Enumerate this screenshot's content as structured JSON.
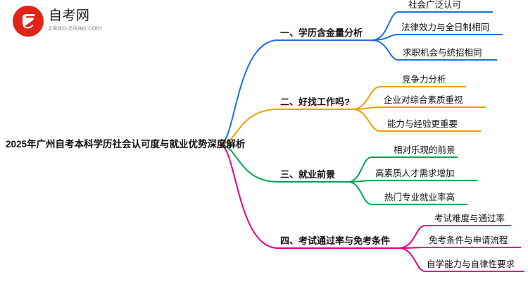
{
  "logo": {
    "brand": "自考网",
    "domain": "zikao-zikao.com",
    "mark_icon": "red-circle-swoosh-icon",
    "color": "#e2231a"
  },
  "mindmap": {
    "root": {
      "label": "2025年广州自考本科学历社会认可度与就业优势深度解析"
    },
    "branches": [
      {
        "label": "一、学历含金量分析",
        "color": "#1f6fe0",
        "children": [
          {
            "label": "社会广泛认可"
          },
          {
            "label": "法律效力与全日制相同"
          },
          {
            "label": "求职机会与统招相同"
          }
        ]
      },
      {
        "label": "二、好找工作吗?",
        "color": "#f0a000",
        "children": [
          {
            "label": "竞争力分析"
          },
          {
            "label": "企业对综合素质重视"
          },
          {
            "label": "能力与经验更重要"
          }
        ]
      },
      {
        "label": "三、就业前景",
        "color": "#00a550",
        "children": [
          {
            "label": "相对乐观的前景"
          },
          {
            "label": "高素质人才需求增加"
          },
          {
            "label": "热门专业就业率高"
          }
        ]
      },
      {
        "label": "四、考试通过率与免考条件",
        "color": "#e6007e",
        "children": [
          {
            "label": "考试难度与通过率"
          },
          {
            "label": "免考条件与申请流程"
          },
          {
            "label": "自学能力与自律性要求"
          }
        ]
      }
    ]
  }
}
